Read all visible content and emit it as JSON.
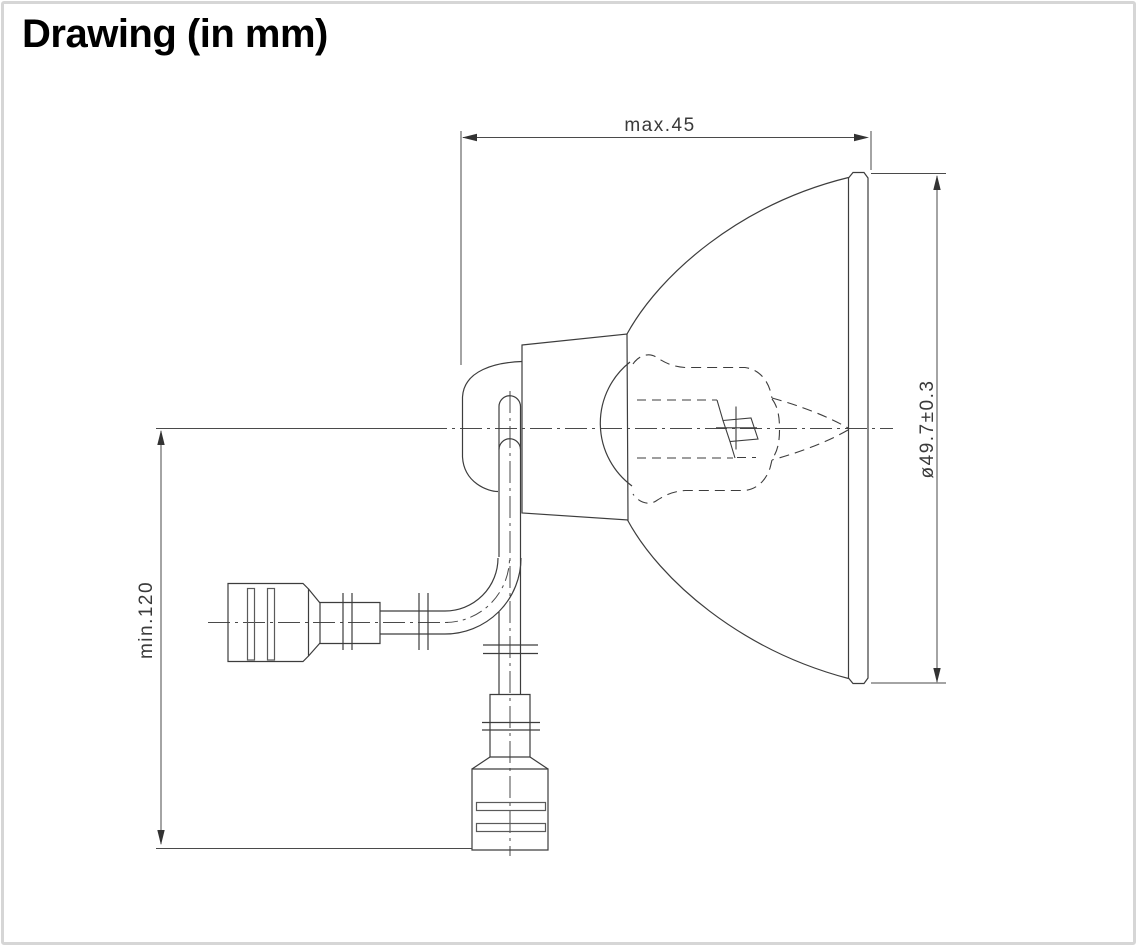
{
  "page": {
    "title": "Drawing (in mm)"
  },
  "drawing": {
    "unit": "mm",
    "labels": {
      "width_max": "max.45",
      "diameter": "ø49.7±0.3",
      "cable_length_min": "min.120"
    }
  },
  "colors": {
    "background": "#ffffff",
    "line": "#3d3d3d",
    "dim_line": "#4a4a4a",
    "text": "#3a3a3a",
    "title": "#000000",
    "border": "#d6d6d6"
  }
}
